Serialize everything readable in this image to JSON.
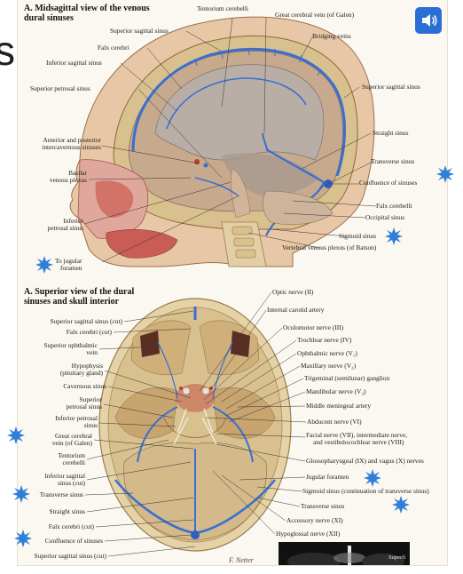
{
  "page": {
    "background_text": "se",
    "accent_color": "#2b6fd6",
    "burst_color": "#2f7fd8",
    "vein_color": "#3a6fd1"
  },
  "top_panel": {
    "title_line1": "A. Midsagittal view of the venous",
    "title_line2": "dural sinuses",
    "labels": {
      "tentorium_cerebelli": "Tentorium cerebelli",
      "great_cerebral_vein": "Great cerebral vein (of Galen)",
      "superior_sagittal_sinus_a": "Superior sagittal sinus",
      "bridging_veins": "Bridging veins",
      "falx_cerebri": "Falx cerebri",
      "inferior_sagittal_sinus": "Inferior sagittal sinus",
      "superior_sagittal_sinus_b": "Superior sagittal sinus",
      "superior_petrosal_sinus": "Superior petrosal sinus",
      "straight_sinus": "Straight sinus",
      "intercavernous_1": "Anterior and posterior",
      "intercavernous_2": "intercavernous sinuses",
      "transverse_sinus": "Transverse sinus",
      "basilar_1": "Basilar",
      "basilar_2": "venous plexus",
      "confluence": "Confluence of sinuses",
      "falx_cerebelli": "Falx cerebelli",
      "occipital_sinus": "Occipital sinus",
      "inferior_petrosal_1": "Inferior",
      "inferior_petrosal_2": "petrosal sinus",
      "sigmoid_sinus": "Sigmoid sinus",
      "vertebral_plexus": "Vertebral venous plexus (of Batson)",
      "jugular_1": "To jugular",
      "jugular_2": "foramen"
    }
  },
  "bottom_panel": {
    "title_line1": "A. Superior view of the dural",
    "title_line2": "sinuses and skull interior",
    "left_labels": {
      "l1": "Superior sagittal sinus (cut)",
      "l2": "Falx cerebri (cut)",
      "l3a": "Superior ophthalmic",
      "l3b": "vein",
      "l4a": "Hypophysis",
      "l4b": "(pituitary gland)",
      "l5": "Cavernous sinus",
      "l6a": "Superior",
      "l6b": "petrosal sinus",
      "l7a": "Inferior petrosal",
      "l7b": "sinus",
      "l8a": "Great cerebral",
      "l8b": "vein (of Galen)",
      "l9a": "Tentorium",
      "l9b": "cerebelli",
      "l10a": "Inferior sagittal",
      "l10b": "sinus (cut)",
      "l11": "Transverse sinus",
      "l12": "Straight sinus",
      "l13": "Falx cerebri (cut)",
      "l14": "Confluence of sinuses",
      "l15": "Superior sagittal sinus (cut)"
    },
    "right_labels": {
      "r1": "Optic nerve (II)",
      "r2": "Internal carotid artery",
      "r3": "Oculomotor nerve (III)",
      "r4": "Trochlear nerve (IV)",
      "r5": "Ophthalmic nerve (V₁)",
      "r6": "Maxillary nerve (V₂)",
      "r7": "Trigeminal (semilunar) ganglion",
      "r8": "Mandibular nerve (V₃)",
      "r9": "Middle meningeal artery",
      "r10": "Abducent nerve (VI)",
      "r11a": "Facial nerve (VII), intermediate nerve,",
      "r11b": "and vestibulocochlear nerve (VIII)",
      "r12": "Glossopharyngeal (IX) and vagus (X) nerves",
      "r13": "Jugular foramen",
      "r14": "Sigmoid sinus (continuation of transverse sinus)",
      "r15": "Transverse sinus",
      "r16": "Accessory nerve (XI)",
      "r17": "Hypoglossal nerve (XII)"
    },
    "signature": "F. Netter",
    "corner_text": "Superfi"
  }
}
